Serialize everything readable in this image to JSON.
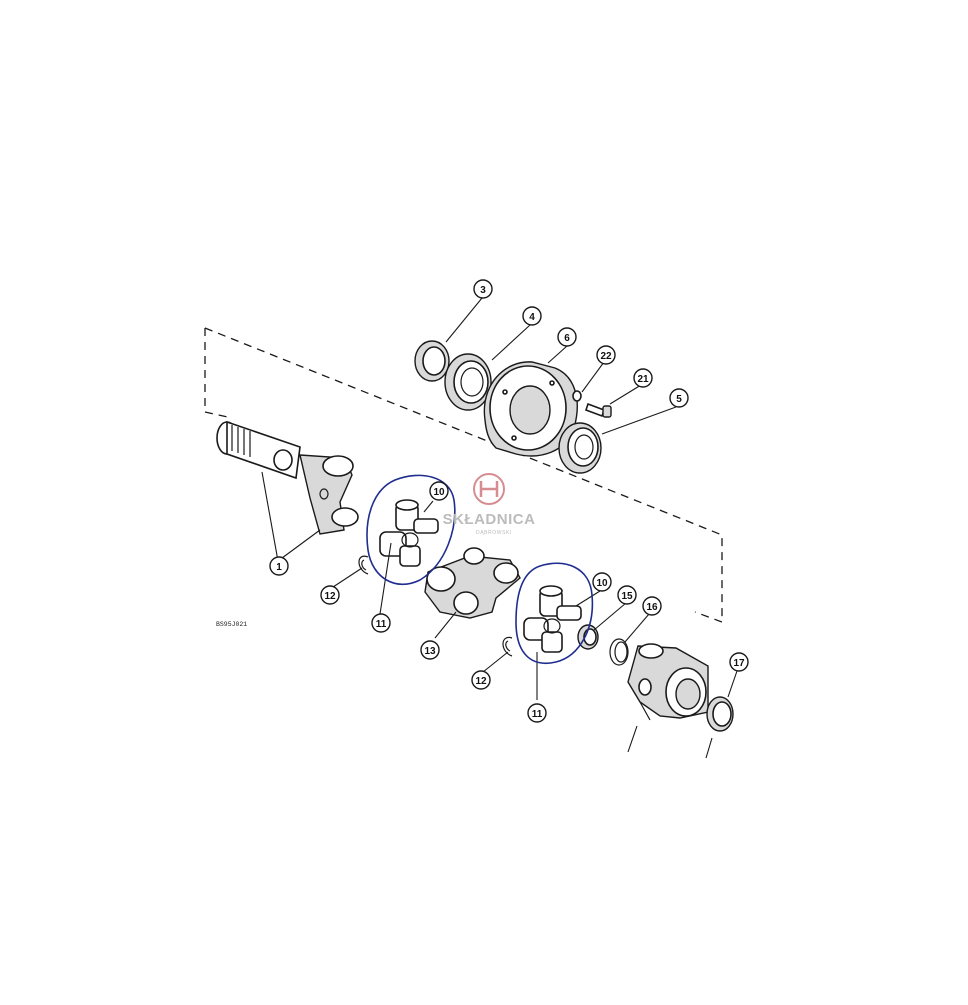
{
  "diagram": {
    "drawing_code": "BS95J021",
    "watermark": {
      "brand_name": "SKŁADNICA",
      "brand_sub": "DĄBROWSKI",
      "logo_letter": "H",
      "logo_color": "#c9686e"
    },
    "callouts": {
      "c1": "1",
      "c3": "3",
      "c4": "4",
      "c5": "5",
      "c6": "6",
      "c10a": "10",
      "c10b": "10",
      "c11a": "11",
      "c11b": "11",
      "c12a": "12",
      "c12b": "12",
      "c13": "13",
      "c15": "15",
      "c16": "16",
      "c17": "17",
      "c21": "21",
      "c22": "22"
    },
    "highlight_color": "#1f2d8f"
  }
}
